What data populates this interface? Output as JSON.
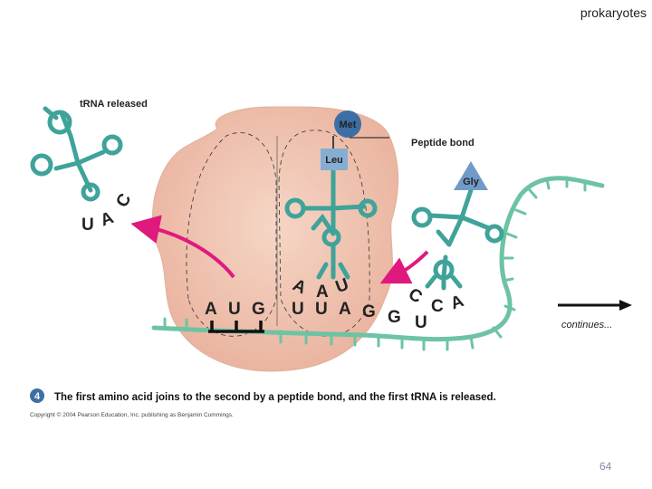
{
  "header": {
    "title": "prokaryotes"
  },
  "figure": {
    "trna_released_label": "tRNA released",
    "peptide_bond_label": "Peptide bond",
    "amino_met": "Met",
    "amino_leu": "Leu",
    "amino_gly": "Gly",
    "released_anticodon": [
      "U",
      "A",
      "C"
    ],
    "codon_1": [
      "A",
      "U",
      "G"
    ],
    "codon_2": [
      "U",
      "U",
      "A"
    ],
    "anticodon_2": [
      "A",
      "A",
      "U"
    ],
    "codon_3_partial": [
      "G",
      "G",
      "U"
    ],
    "anticodon_3": [
      "C",
      "C",
      "A"
    ],
    "continues_label": "continues...",
    "step_number": "4",
    "caption": "The first amino acid joins to the second by a peptide bond, and the first tRNA is released.",
    "copyright": "Copyright © 2004 Pearson Education, Inc. publishing as Benjamin Cummings.",
    "colors": {
      "trna": "#3fa39a",
      "mrna": "#6dc3a3",
      "ribosome": "#f0c3ad",
      "arrow": "#e0197f",
      "met": "#3d6fa6",
      "leu": "#86aed2",
      "gly": "#6f9bc9"
    }
  },
  "footer": {
    "page_number": "64"
  }
}
